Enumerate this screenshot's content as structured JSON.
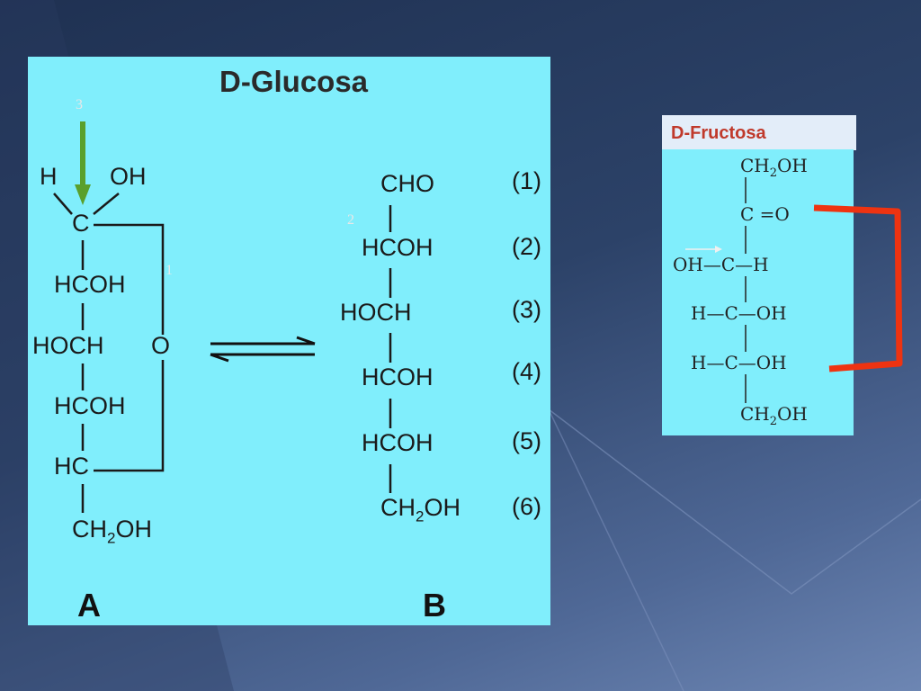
{
  "glucose": {
    "title": "D-Glucosa",
    "ring_labels": {
      "h": "H",
      "oh": "OH",
      "c": "C",
      "hcoh_1": "HCOH",
      "hoch": "HOCH",
      "hcoh_2": "HCOH",
      "hc": "HC",
      "ch2oh": "CH2OH",
      "o": "O"
    },
    "chain_labels": [
      "CHO",
      "HCOH",
      "HOCH",
      "HCOH",
      "HCOH",
      "CH2OH"
    ],
    "carbon_numbers": [
      "(1)",
      "(2)",
      "(3)",
      "(4)",
      "(5)",
      "(6)"
    ],
    "form_a": "A",
    "form_b": "B",
    "markers": [
      "1",
      "2",
      "3"
    ]
  },
  "fructose": {
    "title": "D-Fructosa",
    "rows": [
      "CH2OH",
      "C =O",
      "OH—C—H",
      "H—C—OH",
      "H—C—OH",
      "CH2OH"
    ]
  },
  "colors": {
    "panel": "#80eefc",
    "title_red": "#c0392b",
    "connector": "#ee3311",
    "arrow_green": "#5aa02c"
  }
}
